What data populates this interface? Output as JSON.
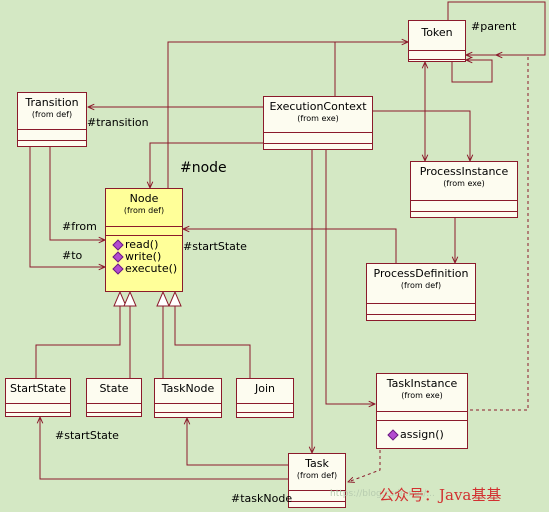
{
  "classes": {
    "token": {
      "name": "Token"
    },
    "transition": {
      "name": "Transition",
      "stereotype": "(from def)"
    },
    "execution_context": {
      "name": "ExecutionContext",
      "stereotype": "(from exe)"
    },
    "node": {
      "name": "Node",
      "stereotype": "(from def)",
      "operations": [
        "read()",
        "write()",
        "execute()"
      ]
    },
    "process_instance": {
      "name": "ProcessInstance",
      "stereotype": "(from exe)"
    },
    "process_definition": {
      "name": "ProcessDefinition",
      "stereotype": "(from def)"
    },
    "start_state": {
      "name": "StartState"
    },
    "state": {
      "name": "State"
    },
    "task_node": {
      "name": "TaskNode"
    },
    "join": {
      "name": "Join"
    },
    "task_instance": {
      "name": "TaskInstance",
      "stereotype": "(from exe)",
      "operations": [
        "assign()"
      ]
    },
    "task": {
      "name": "Task",
      "stereotype": "(from def)"
    }
  },
  "labels": {
    "parent": "#parent",
    "transition": "#transition",
    "node": "#node",
    "from": "#from",
    "to": "#to",
    "start_state_node": "#startState",
    "start_state_bottom": "#startState",
    "task_node": "#taskNode"
  },
  "watermark": "https://blog.csdn.net/...",
  "brand": "公众号：Java基基",
  "colors": {
    "line": "#8b1a2b",
    "node_fill": "#ffff99",
    "class_fill": "#fdfcf0",
    "background": "#d4e8c4",
    "brand": "#d23030"
  }
}
